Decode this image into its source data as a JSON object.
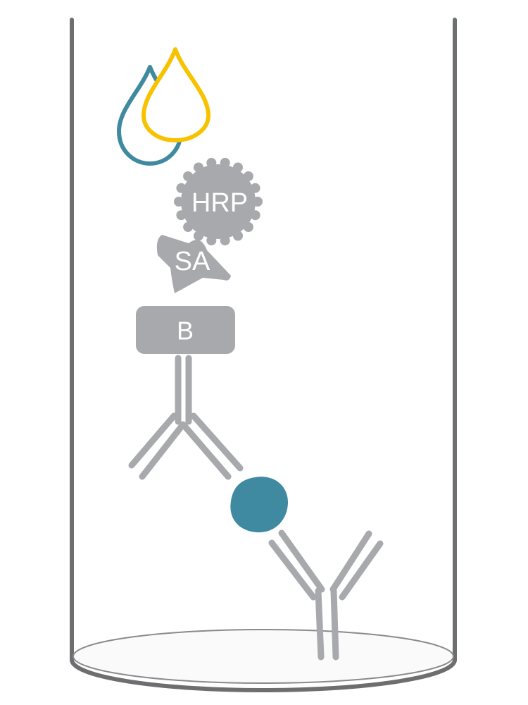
{
  "labels": {
    "hrp": "HRP",
    "streptavidin": "SA",
    "biotin": "B"
  },
  "colors": {
    "well_outline": "#6d6e70",
    "well_bottom_fill": "#fafafa",
    "well_bottom_stroke": "#8a8a8c",
    "component_gray": "#a7a9ac",
    "antigen_teal": "#3f8aa0",
    "substrate_drop_teal": "#3f8aa0",
    "substrate_drop_yellow": "#f7c200",
    "label_text": "#ffffff"
  },
  "icons": {
    "substrate": "droplet-icon",
    "enzyme": "hrp-gear-icon",
    "streptavidin": "star-icon",
    "antibody": "y-shaped-antibody-icon",
    "antigen": "circle-icon"
  }
}
